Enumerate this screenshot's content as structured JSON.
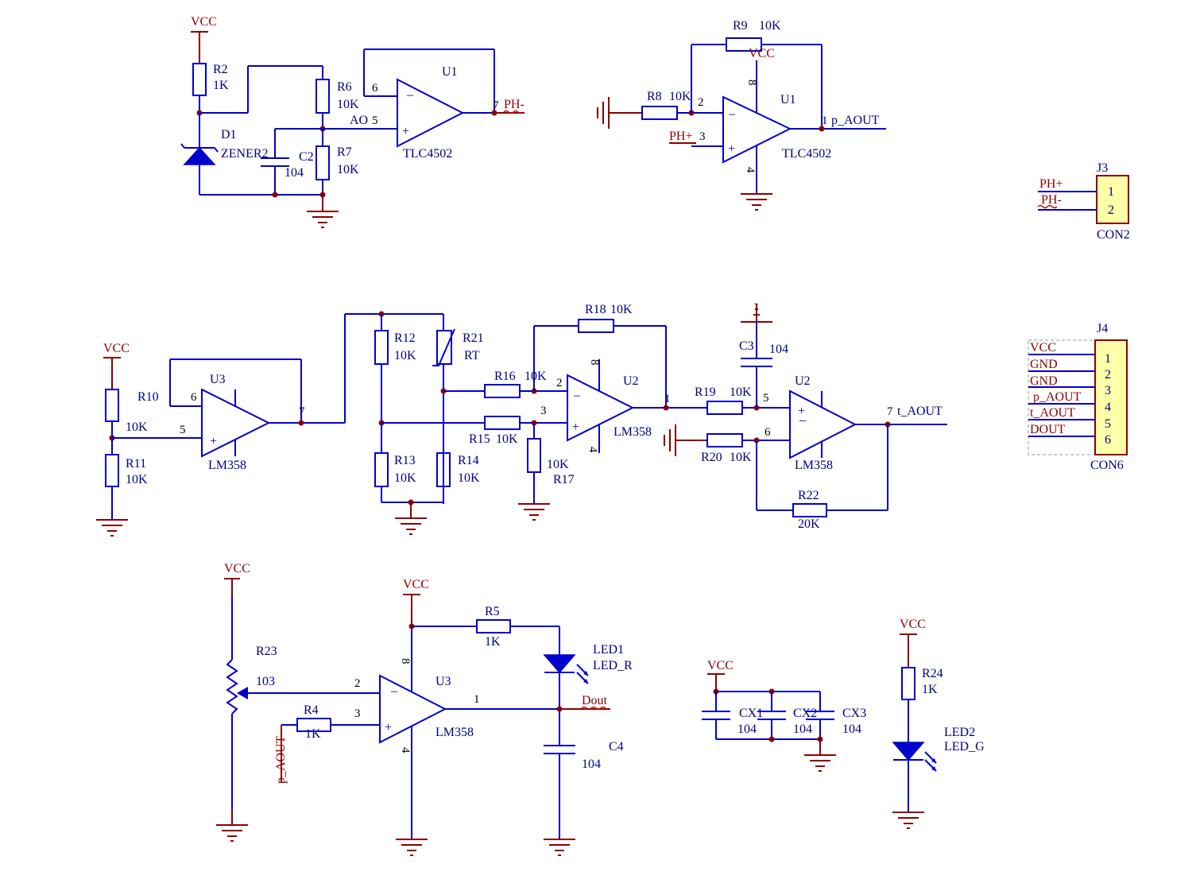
{
  "nets": {
    "vcc": "VCC",
    "ph_plus": "PH+",
    "ph_minus": "PH-",
    "p_aout": "p_AOUT",
    "t_aout": "t_AOUT",
    "ao": "AO",
    "dout": "Dout",
    "ac_minus": "-"
  },
  "components": {
    "r2": {
      "ref": "R2",
      "value": "1K"
    },
    "d1": {
      "ref": "D1",
      "value": "ZENER2"
    },
    "c2": {
      "ref": "C2",
      "value": "104"
    },
    "r6": {
      "ref": "R6",
      "value": "10K"
    },
    "r7": {
      "ref": "R7",
      "value": "10K"
    },
    "u1a": {
      "ref": "U1",
      "value": "TLC4502"
    },
    "r9": {
      "ref": "R9",
      "value": "10K"
    },
    "r8": {
      "ref": "R8",
      "value": "10K"
    },
    "u1b": {
      "ref": "U1",
      "value": "TLC4502"
    },
    "j3": {
      "ref": "J3",
      "value": "CON2",
      "pins": [
        "1",
        "2"
      ],
      "nets": [
        "PH+",
        "PH-"
      ]
    },
    "r10": {
      "ref": "R10",
      "value": "10K"
    },
    "r11": {
      "ref": "R11",
      "value": "10K"
    },
    "u3a": {
      "ref": "U3",
      "value": "LM358"
    },
    "r12": {
      "ref": "R12",
      "value": "10K"
    },
    "r21": {
      "ref": "R21",
      "value": "RT"
    },
    "r13": {
      "ref": "R13",
      "value": "10K"
    },
    "r14": {
      "ref": "R14",
      "value": "10K"
    },
    "r16": {
      "ref": "R16",
      "value": "10K"
    },
    "r15": {
      "ref": "R15",
      "value": "10K"
    },
    "r17": {
      "ref": "R17",
      "value": "10K"
    },
    "r18": {
      "ref": "R18",
      "value": "10K"
    },
    "u2a": {
      "ref": "U2",
      "value": "LM358"
    },
    "c3": {
      "ref": "C3",
      "value": "104"
    },
    "r19": {
      "ref": "R19",
      "value": "10K"
    },
    "r20": {
      "ref": "R20",
      "value": "10K"
    },
    "u2b": {
      "ref": "U2",
      "value": "LM358"
    },
    "r22": {
      "ref": "R22",
      "value": "20K"
    },
    "j4": {
      "ref": "J4",
      "value": "CON6",
      "pins": [
        "1",
        "2",
        "3",
        "4",
        "5",
        "6"
      ],
      "nets": [
        "VCC",
        "GND",
        "GND",
        "p_AOUT",
        "t_AOUT",
        "DOUT"
      ]
    },
    "r23": {
      "ref": "R23",
      "value": "103"
    },
    "r4": {
      "ref": "R4",
      "value": "1K"
    },
    "u3b": {
      "ref": "U3",
      "value": "LM358"
    },
    "r5": {
      "ref": "R5",
      "value": "1K"
    },
    "led1": {
      "ref": "LED1",
      "value": "LED_R"
    },
    "c4": {
      "ref": "C4",
      "value": "104"
    },
    "cx1": {
      "ref": "CX1",
      "value": "104"
    },
    "cx2": {
      "ref": "CX2",
      "value": "104"
    },
    "cx3": {
      "ref": "CX3",
      "value": "104"
    },
    "r24": {
      "ref": "R24",
      "value": "1K"
    },
    "led2": {
      "ref": "LED2",
      "value": "LED_G"
    }
  },
  "pins": {
    "p1": "1",
    "p2": "2",
    "p3": "3",
    "p4": "4",
    "p5": "5",
    "p6": "6",
    "p7": "7",
    "p8": "8"
  },
  "colors": {
    "wire": "#0000cc",
    "power": "#8b0000",
    "component_text": "#000080",
    "connector_fill": "#ffffa8"
  }
}
